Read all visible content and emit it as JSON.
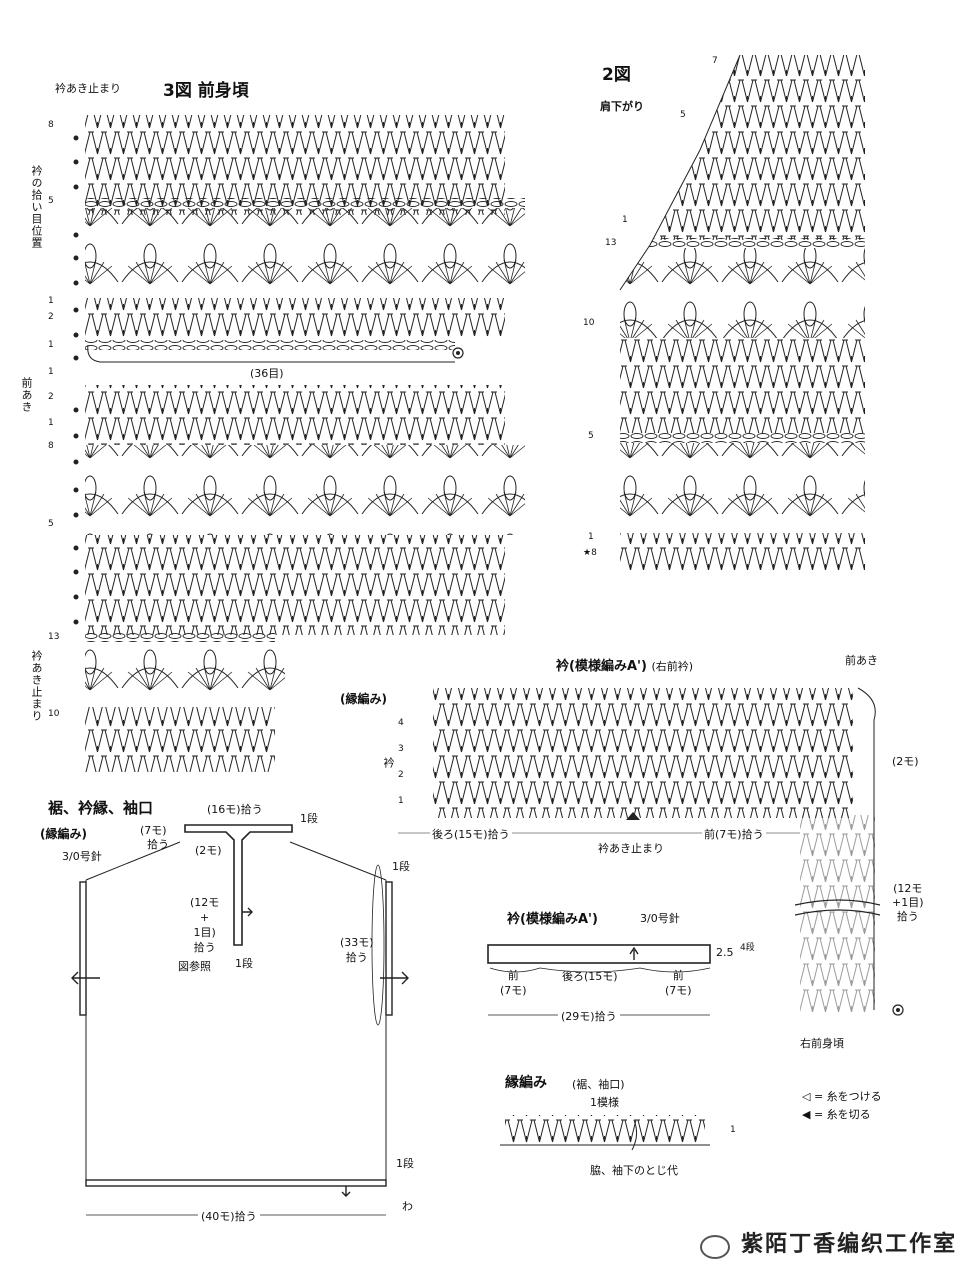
{
  "fig3": {
    "title": "3図 前身頃",
    "collar_stop_top": "衿あき止まり",
    "pickup_pos": "衿の拾い目位置",
    "front_opening": "前あき",
    "collar_stop_bottom": "衿あき止まり",
    "count_36": "(36目)",
    "row_marks": [
      "8",
      "5",
      "1",
      "2",
      "1",
      "1",
      "2",
      "1",
      "8",
      "5",
      "13",
      "10"
    ]
  },
  "fig2": {
    "title": "2図",
    "subtitle": "肩下がり",
    "row_marks": [
      "7",
      "5",
      "1",
      "13",
      "10",
      "5",
      "1",
      "8"
    ],
    "star_mark": "★"
  },
  "collar": {
    "title": "衿",
    "pattern": "(模様編みA')",
    "side": "(右前衿)",
    "edge_label": "(縁編み)",
    "front_opening": "前あき",
    "collar_label": "衿",
    "row_marks": [
      "4",
      "3",
      "2",
      "1"
    ],
    "back_pickup": "後ろ(15モ)拾う",
    "front_pickup": "前(7モ)拾う",
    "collar_stop": "衿あき止まり",
    "mo2": "(2モ)",
    "side_pickup": [
      "(12モ",
      "+1目)",
      "拾う"
    ],
    "right_front": "右前身頃"
  },
  "edging": {
    "title": "裾、衿縁、袖口",
    "pattern": "(縁編み)",
    "needle": "3/0号針",
    "mo16": "(16モ)拾う",
    "row1a": "1段",
    "mo7": "(7モ)",
    "pick": "拾う",
    "mo2": "(2モ)",
    "mo12": [
      "(12モ",
      "+",
      "1目)",
      "拾う"
    ],
    "ref": "図参照",
    "row1b": "1段",
    "row1c": "1段",
    "mo33": [
      "(33モ)",
      "拾う"
    ],
    "row1d": "1段",
    "wa": "わ",
    "mo40": "(40モ)拾う"
  },
  "collar_small": {
    "title": "衿(模様編みA')",
    "needle": "3/0号針",
    "height": "2.5",
    "rows": "4段",
    "front_l": [
      "前",
      "(7モ)"
    ],
    "back": "後ろ(15モ)",
    "front_r": [
      "前",
      "(7モ)"
    ],
    "total": "(29モ)拾う"
  },
  "fuchi": {
    "title": "縁編み",
    "sub": "(裾、袖口)",
    "repeat": "1模様",
    "row": "1",
    "seam": "脇、袖下のとじ代"
  },
  "legend": {
    "attach": "◁ = 糸をつける",
    "cut": "◀ = 糸を切る"
  },
  "watermark": "紫陌丁香编织工作室"
}
